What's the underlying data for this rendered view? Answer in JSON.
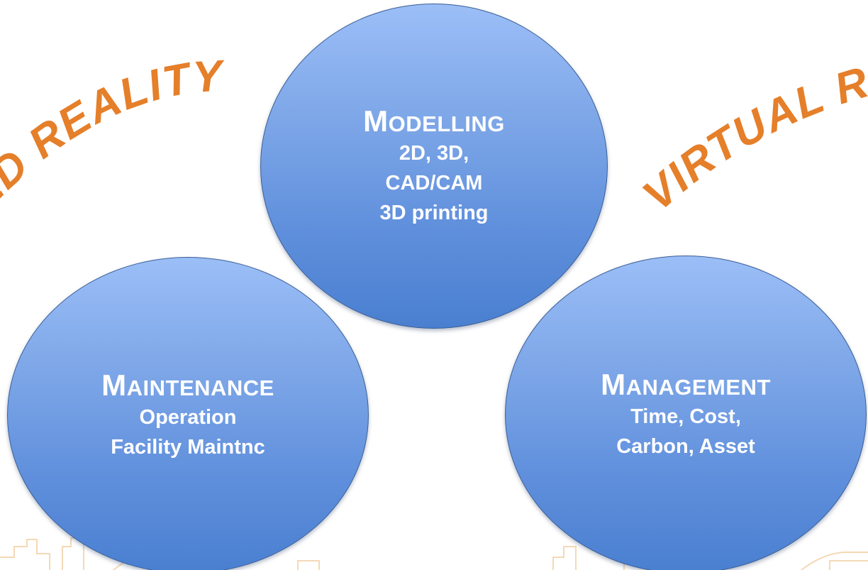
{
  "labels": {
    "left_curved": "ED REALITY",
    "right_curved": "VIRTUAL R"
  },
  "bubbles": {
    "modelling": {
      "title_cap": "M",
      "title_rest": "ODELLING",
      "lines": [
        "2D, 3D,",
        "CAD/CAM",
        "3D printing"
      ]
    },
    "maintenance": {
      "title_cap": "M",
      "title_rest": "AINTENANCE",
      "lines": [
        "Operation",
        "Facility Maintnc"
      ]
    },
    "management": {
      "title_cap": "M",
      "title_rest": "ANAGEMENT",
      "lines": [
        "Time, Cost,",
        "Carbon, Asset"
      ]
    }
  },
  "colors": {
    "label_orange": "#e57f2a",
    "bubble_top": "#9bbef7",
    "bubble_bottom": "#4a7fd0",
    "bubble_border": "#3a5f96",
    "skyline": "#f4d9b6"
  }
}
